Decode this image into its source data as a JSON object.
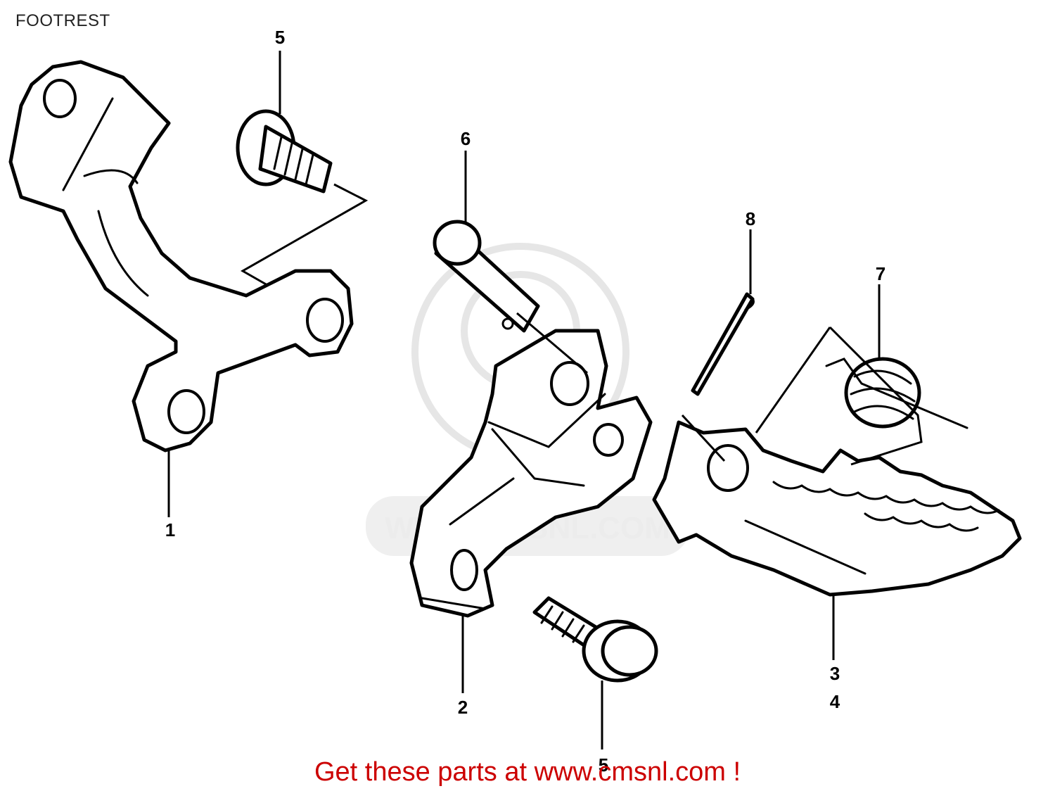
{
  "page": {
    "title": "FOOTREST",
    "footer_link": "Get these parts at www.cmsnl.com !"
  },
  "watermark": {
    "text": "WWW.CMSNL.COM"
  },
  "callouts": [
    {
      "id": "label-1",
      "text": "1"
    },
    {
      "id": "label-2",
      "text": "2"
    },
    {
      "id": "label-3",
      "text": "3"
    },
    {
      "id": "label-4",
      "text": "4"
    },
    {
      "id": "label-5-top",
      "text": "5"
    },
    {
      "id": "label-5-bottom",
      "text": "5"
    },
    {
      "id": "label-6",
      "text": "6"
    },
    {
      "id": "label-7",
      "text": "7"
    },
    {
      "id": "label-8",
      "text": "8"
    }
  ]
}
